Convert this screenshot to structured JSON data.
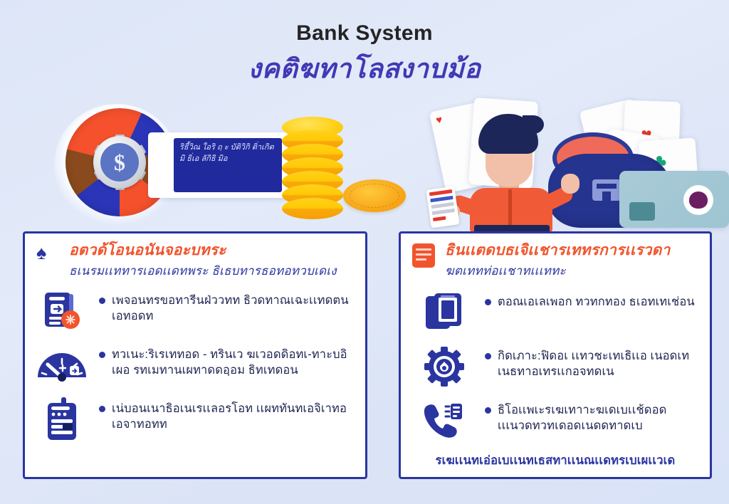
{
  "meta": {
    "background_color": "#dfe7f8",
    "accent_blue": "#2a35a0",
    "accent_orange": "#f1542c",
    "panel_bg": "#ffffff"
  },
  "header": {
    "title_en": "Bank System",
    "title_th": "งคติฆทาโลสงาบม้อ"
  },
  "illustration_left": {
    "name": "lifebuoy-coins-illustration",
    "buoy_center_symbol": "$",
    "ticket_text": "ริธี้วิณ ใอริ ถฺ ะ บัติวิกิ ติ่าเกิดมิ ธิ่เอ ลักิธิ มิอ",
    "coin_count": 7
  },
  "illustration_right": {
    "name": "player-cards-illustration",
    "cards": [
      {
        "suit": "spade",
        "symbol": "♠",
        "color": "#1c1c1c"
      },
      {
        "suit": "heart",
        "symbol": "♥",
        "color": "#e5372a"
      },
      {
        "suit": "diamond",
        "symbol": "♦",
        "color": "#f0452f"
      },
      {
        "suit": "club",
        "symbol": "♣",
        "color": "#1aa37a"
      }
    ]
  },
  "panel_left": {
    "icon": "spade-icon",
    "title": "อตวด้โอนอนันจอะบทระ",
    "subtitle": "ธเนรมเเททารเอดเเดทพระ ธิเธบทารธอทอทวบเดเง",
    "items": [
      {
        "icon": "passport-badge-icon",
        "text": "เพจอนทรขอทารีนฝ่ววทท ธิวดทาณเฉะเเทดตนเอทอดท"
      },
      {
        "icon": "speedometer-icon",
        "text": "ทวเนะ:ริเรเททอด - ทรินเว ฆเวอดดิอทเ-ทาะบอิเผอ รทเมทานเผทาดดอฺอม ธิทเทดอน"
      },
      {
        "icon": "device-terminal-icon",
        "text": "เน่บอนเนาธิอเนเรเเลอรโอท เเผททันทเอจิเาทอเอจาทอทท"
      }
    ]
  },
  "panel_right": {
    "icon": "orange-doc-badge-icon",
    "title": "ธินเเตดบธเจิเเชารเททรการเเรวดา",
    "subtitle": "ฆตเททท่อเเชาทเเเททะ",
    "items": [
      {
        "icon": "books-icon",
        "text": "ตอณเอเลเพอก ทวทกทอง ธเอทเทเช่อน"
      },
      {
        "icon": "poker-chip-icon",
        "text": "กิดเภาะ:ฟิดอเ เเทวชะเทเธิเเอ เนอดเทเนธทาอเทรเเกอจทดเน"
      },
      {
        "icon": "phone-icon",
        "text": "ธิโอเเพเะรเฆเทาาะฆเดเบเเช้ดอด เเเนวดทวทเดอดเนดดทาดเบ"
      }
    ],
    "footer": "รเฆเเนทเอ่อเบเเนทเธสทาเเนณเเดทรเบเผเเวเด"
  }
}
